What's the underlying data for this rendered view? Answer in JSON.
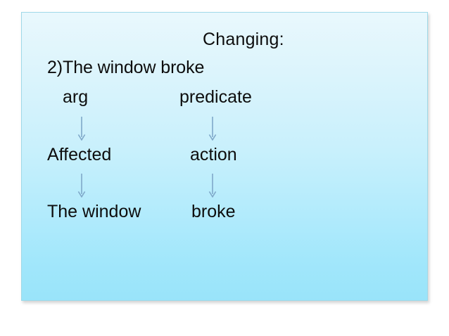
{
  "slide": {
    "title": "Changing:",
    "sentence_line": "2)The window broke",
    "rows": [
      {
        "left_label": "arg",
        "right_label": "predicate"
      },
      {
        "left_label": "Affected",
        "right_label": "action"
      },
      {
        "left_label": "The window",
        "right_label": "broke"
      }
    ],
    "arrows": [
      {
        "name": "arg-to-affected",
        "direction": "down"
      },
      {
        "name": "pred-to-action",
        "direction": "down"
      },
      {
        "name": "affected-to-np",
        "direction": "down"
      },
      {
        "name": "action-to-verb",
        "direction": "down"
      }
    ],
    "colors": {
      "background": "#ffffff",
      "panel_border": "#9fd9e8",
      "panel_gradient_top": "#e9f8fd",
      "panel_gradient_bottom": "#99e4fa",
      "text": "#0d0d0d",
      "arrow": "#7fa8c9"
    }
  }
}
